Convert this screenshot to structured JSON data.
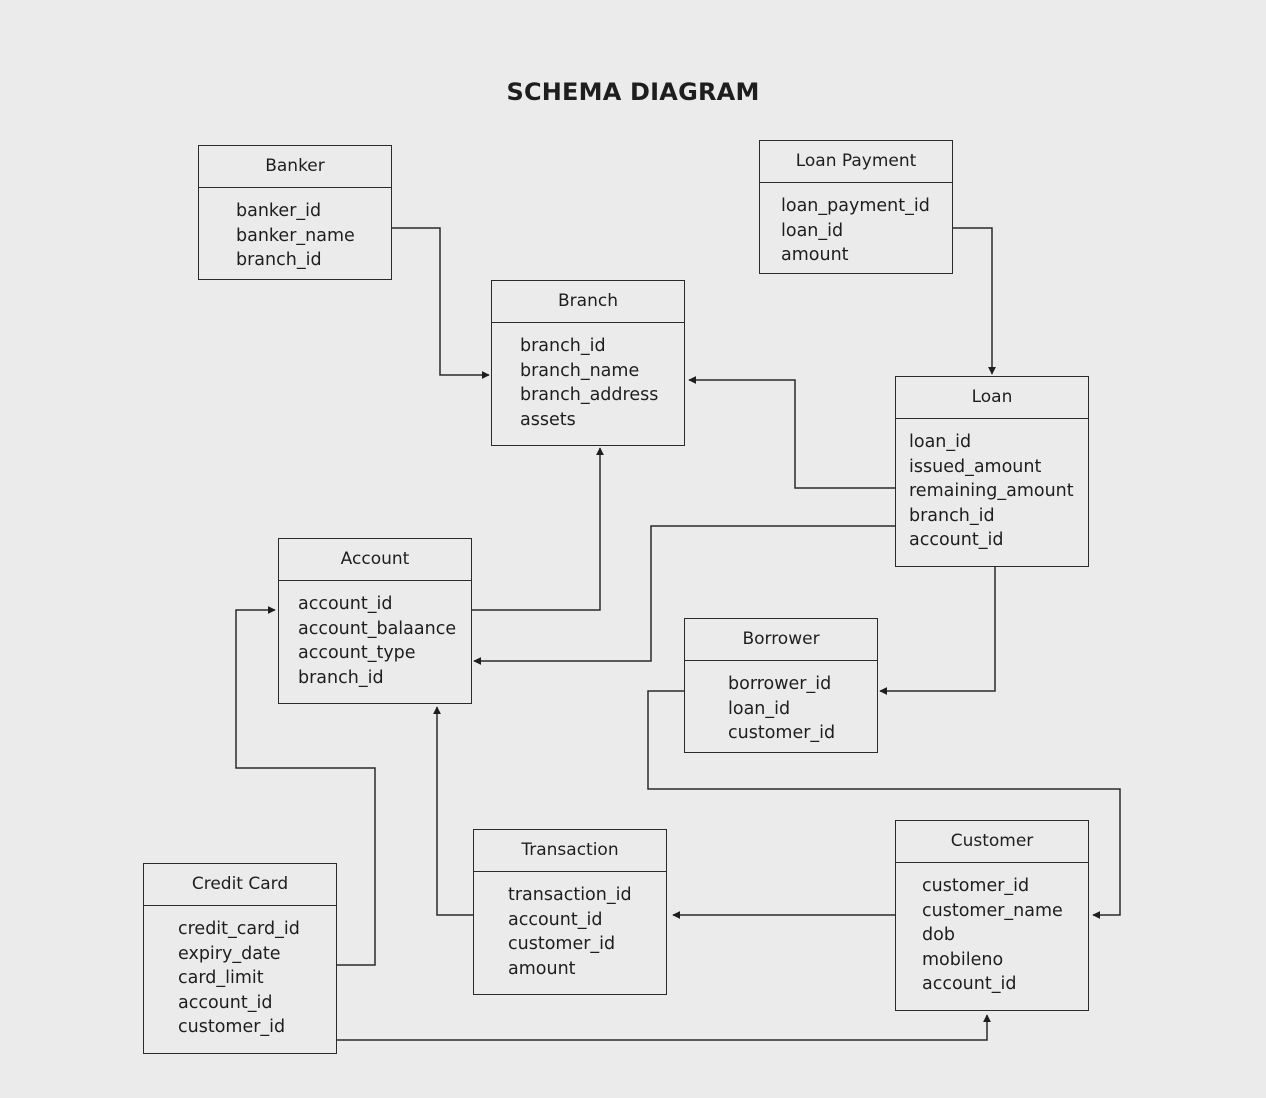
{
  "title": "SCHEMA DIAGRAM",
  "entities": {
    "banker": {
      "name": "Banker",
      "fields": [
        "banker_id",
        "banker_name",
        "branch_id"
      ]
    },
    "branch": {
      "name": "Branch",
      "fields": [
        "branch_id",
        "branch_name",
        "branch_address",
        "assets"
      ]
    },
    "loan_payment": {
      "name": "Loan Payment",
      "fields": [
        "loan_payment_id",
        "loan_id",
        "amount"
      ]
    },
    "loan": {
      "name": "Loan",
      "fields": [
        "loan_id",
        "issued_amount",
        "remaining_amount",
        "branch_id",
        "account_id"
      ]
    },
    "account": {
      "name": "Account",
      "fields": [
        "account_id",
        "account_balaance",
        "account_type",
        "branch_id"
      ]
    },
    "borrower": {
      "name": "Borrower",
      "fields": [
        "borrower_id",
        "loan_id",
        "customer_id"
      ]
    },
    "transaction": {
      "name": "Transaction",
      "fields": [
        "transaction_id",
        "account_id",
        "customer_id",
        "amount"
      ]
    },
    "customer": {
      "name": "Customer",
      "fields": [
        "customer_id",
        "customer_name",
        "dob",
        "mobileno",
        "account_id"
      ]
    },
    "credit_card": {
      "name": "Credit Card",
      "fields": [
        "credit_card_id",
        "expiry_date",
        "card_limit",
        "account_id",
        "customer_id"
      ]
    }
  },
  "relationships": [
    {
      "from": "Banker",
      "to": "Branch"
    },
    {
      "from": "Loan Payment",
      "to": "Loan"
    },
    {
      "from": "Loan",
      "to": "Branch"
    },
    {
      "from": "Loan",
      "to": "Account"
    },
    {
      "from": "Loan",
      "to": "Borrower"
    },
    {
      "from": "Account",
      "to": "Branch"
    },
    {
      "from": "Borrower",
      "to": "Customer"
    },
    {
      "from": "Transaction",
      "to": "Account"
    },
    {
      "from": "Customer",
      "to": "Transaction"
    },
    {
      "from": "Credit Card",
      "to": "Account"
    },
    {
      "from": "Credit Card",
      "to": "Customer"
    }
  ]
}
